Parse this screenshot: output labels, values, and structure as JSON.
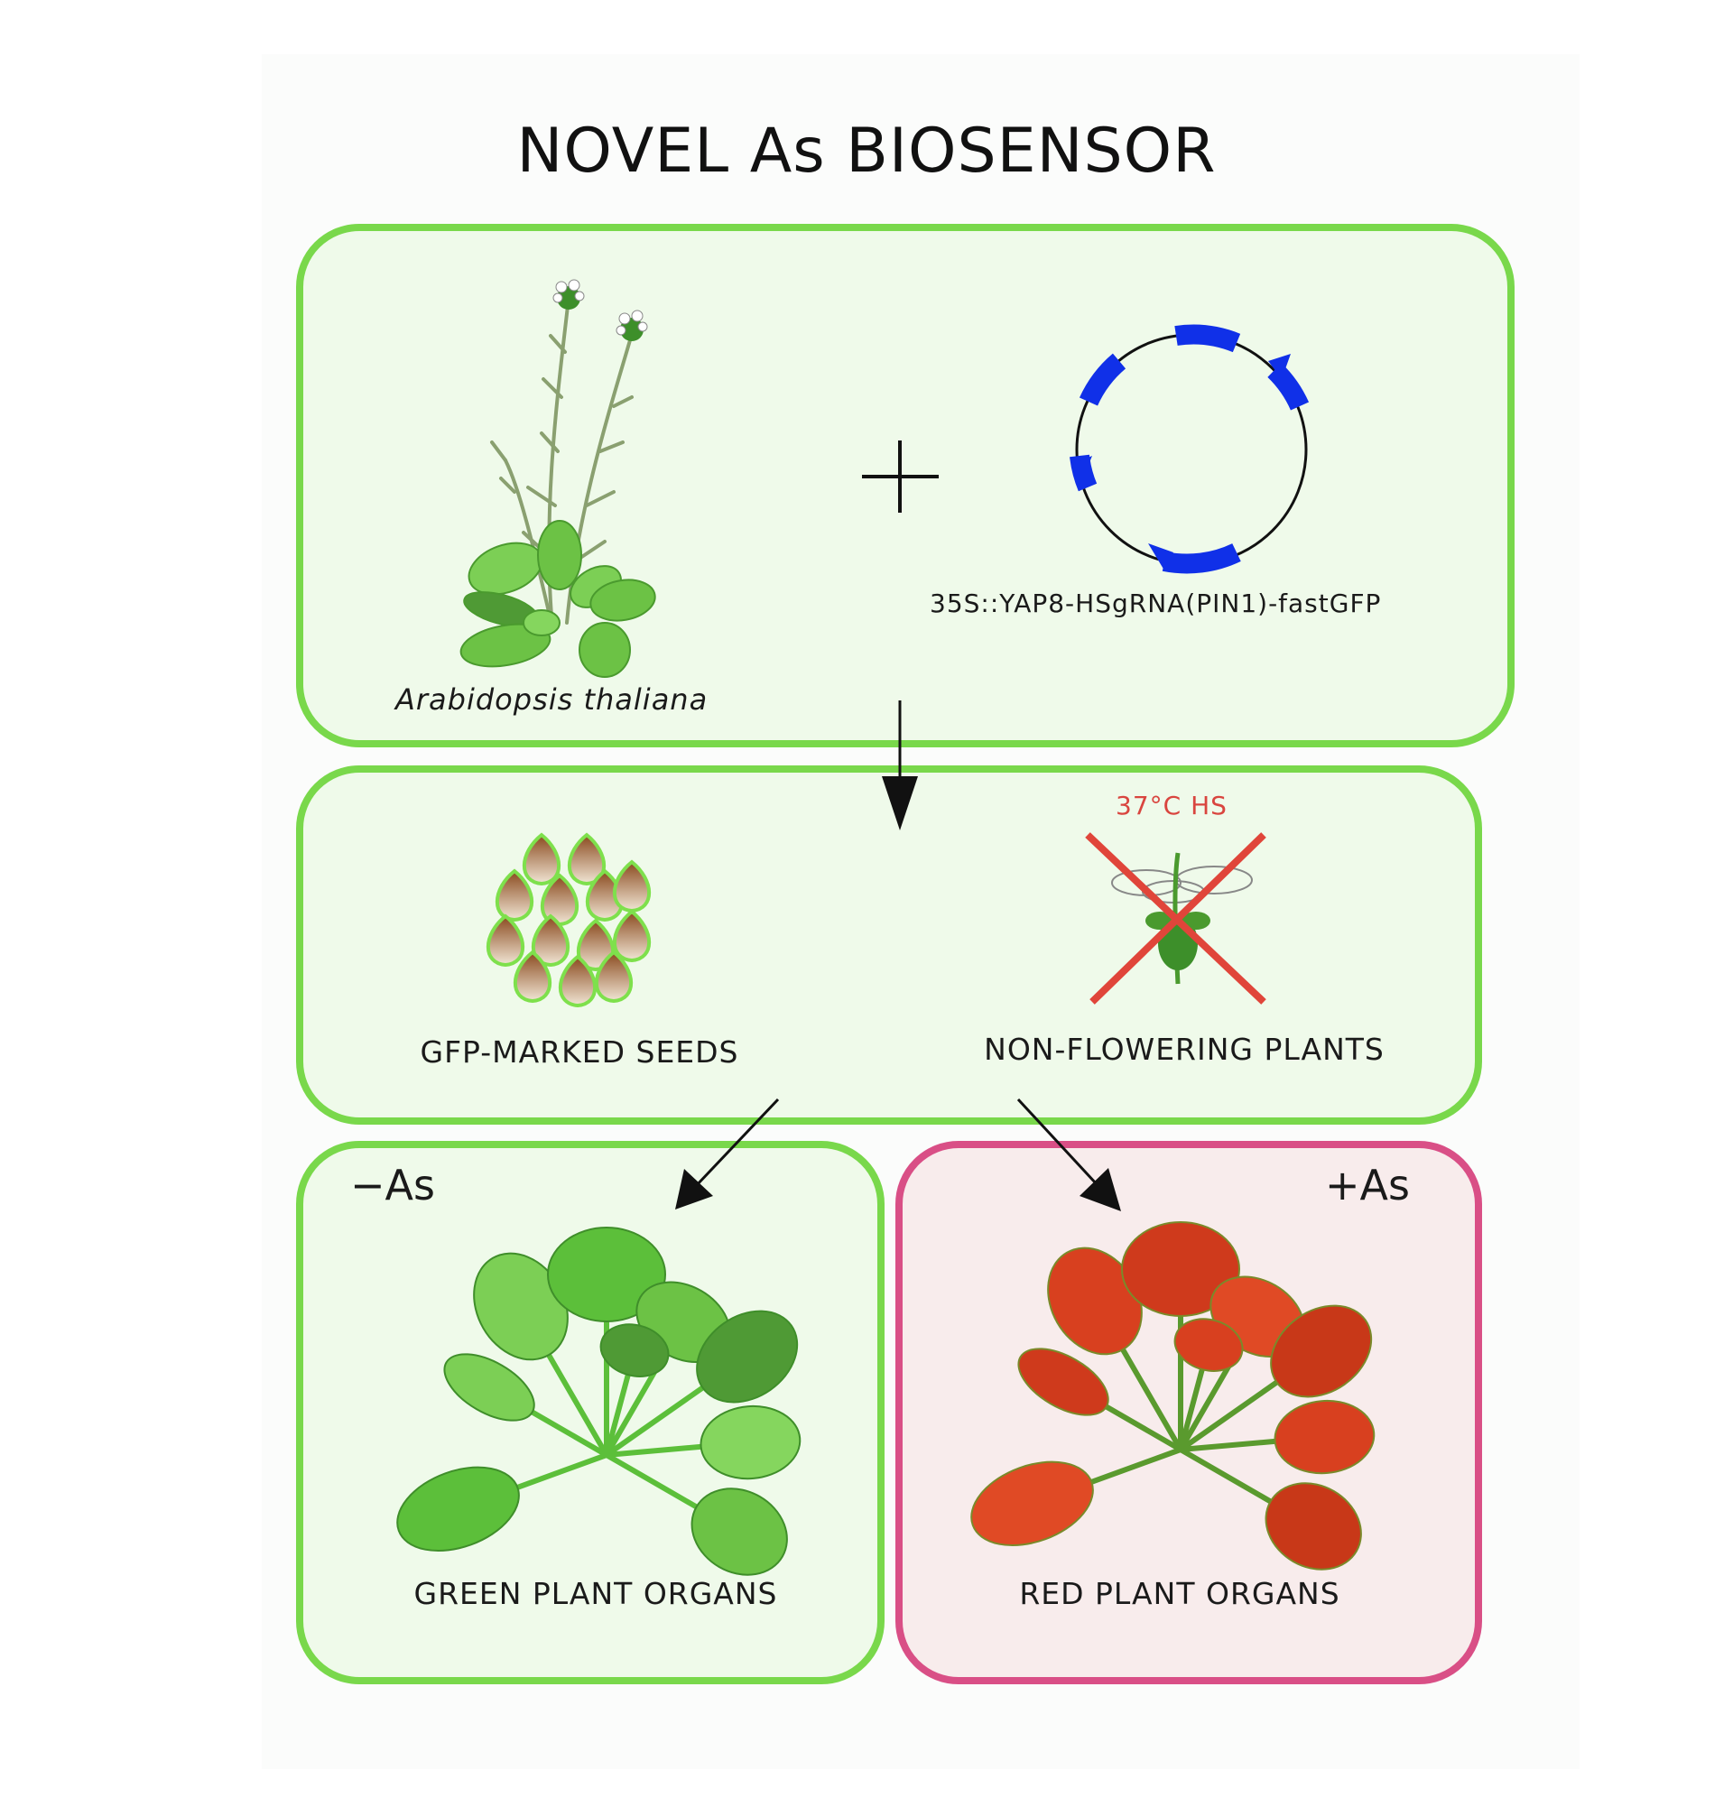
{
  "title": "NOVEL As BIOSENSOR",
  "top_panel": {
    "plant_label": "Arabidopsis thaliana",
    "plus_symbol": "+",
    "plasmid_label": "35S::YAP8-HSgRNA(PIN1)-fastGFP"
  },
  "middle_panel": {
    "seeds_label": "GFP-MARKED SEEDS",
    "heat_shock_label": "37°C HS",
    "non_flowering_label": "NON-FLOWERING PLANTS"
  },
  "bottom_left": {
    "condition": "−As",
    "label": "GREEN PLANT ORGANS"
  },
  "bottom_right": {
    "condition": "+As",
    "label": "RED PLANT ORGANS"
  },
  "colors": {
    "box_border_green": "#79d84b",
    "box_fill_green": "#effaea",
    "box_border_red": "#d94f86",
    "box_fill_red": "#f8ecec",
    "plasmid_blue": "#1030e8",
    "cross_red": "#e0453a",
    "leaf_green": "#5cbf3a",
    "leaf_red": "#d8401f",
    "seed_brown": "#a0602e"
  },
  "icons": {
    "plant": "arabidopsis-plant-icon",
    "plasmid": "plasmid-icon",
    "seeds": "seeds-icon",
    "crossed_flower": "crossed-out-flower-icon",
    "green_rosette": "green-rosette-icon",
    "red_rosette": "red-rosette-icon"
  }
}
